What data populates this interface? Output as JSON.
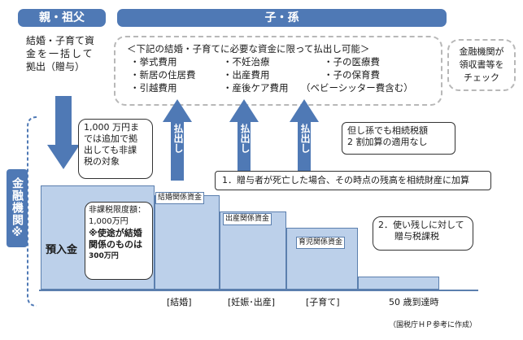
{
  "headers": {
    "left": "親・祖父",
    "right": "子・孫"
  },
  "left_text": {
    "line1": "結婚・子育て資",
    "line2": "金を一括して",
    "line3": "拠出（贈与）"
  },
  "expenses": {
    "title": "＜下記の結婚・子育てに必要な資金に限って払出し可能＞",
    "col1": [
      "・挙式費用",
      "・新居の住居費",
      "・引越費用"
    ],
    "col2": [
      "・不妊治療",
      "・出産費用",
      "・産後ケア費用"
    ],
    "col3": [
      "・子の医療費",
      "・子の保育費",
      "（ベビーシッター費含む）"
    ]
  },
  "financial_note": {
    "line1": "金融機関が",
    "line2": "領収書等を",
    "line3": "チェック"
  },
  "financial_label": "金融機関※",
  "withdraw_label": "払出し",
  "callout_limit": [
    "1,000 万円ま",
    "では追加で拠",
    "出しても非課",
    "税の対象"
  ],
  "callout_nontax": {
    "l1": "非課税限度額：",
    "l2": "1,000万円",
    "l3": "※使途が結婚",
    "l4": "関係のものは",
    "l5": "300万円"
  },
  "deposit_label": "預入金",
  "bars": [
    {
      "label": "結婚関係資金",
      "value": 0.58
    },
    {
      "label": "出産関係資金",
      "value": 0.48
    },
    {
      "label": "育児関係資金",
      "value": 0.38
    },
    {
      "label": "",
      "value": 0.08
    }
  ],
  "inheritance_note": [
    "但し孫でも相続税額",
    "2 割加算の適用なし"
  ],
  "death_note": "1．贈与者が死亡した場合、その時点の残高を相続財産に加算",
  "unused_note": [
    "2．使い残しに対して",
    "贈与税課税"
  ],
  "x_labels": [
    "[結婚]",
    "[妊娠･出産]",
    "[子育て]",
    "50 歳到達時"
  ],
  "source": "（国税庁ＨＰ参考に作成）",
  "colors": {
    "header_blue": "#4f79b5",
    "bar_fill": "#bcd0ea",
    "bar_border": "#5b7fae"
  }
}
